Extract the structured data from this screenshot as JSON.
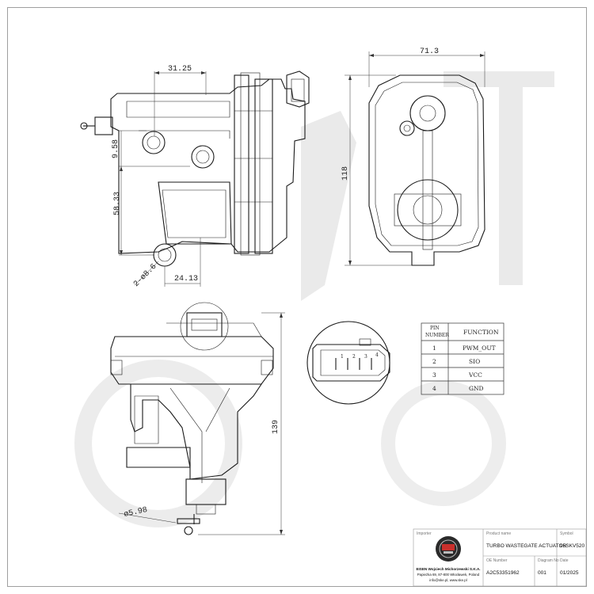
{
  "dimensions": {
    "top_width": "31.25",
    "height_left_1": "9.58",
    "height_left_2": "58.33",
    "hole_label": "2-ø8.6",
    "bottom_offset": "24.13",
    "front_width": "71.3",
    "front_height": "118",
    "overall_height": "139",
    "rod_diameter": "ø5.98"
  },
  "connector": {
    "pins": [
      "1",
      "2",
      "3",
      "4"
    ]
  },
  "pin_table": {
    "header_pin_line1": "PIN",
    "header_pin_line2": "NUMBER",
    "header_function": "FUNCTION",
    "rows": [
      {
        "pin": "1",
        "function": "PWM_OUT"
      },
      {
        "pin": "2",
        "function": "SIO"
      },
      {
        "pin": "3",
        "function": "VCC"
      },
      {
        "pin": "4",
        "function": "GND"
      }
    ]
  },
  "title_block": {
    "importer_label": "Importer",
    "company_line1": "EISEN Wojciech Michorzewski S.K.A.",
    "company_line2": "Papieżka 69, 87-800 Włocławek, Poland",
    "company_line3": "info@ske.pl, www.ske.pl",
    "product_name_label": "Product name",
    "product_name": "TURBO WASTEGATE ACTUATOR",
    "symbol_label": "Symbol",
    "symbol": "95SKV520",
    "oe_label": "OE Number",
    "oe_number": "A2C53351962",
    "diagram_label": "Diagram No",
    "diagram_no": "001",
    "date_label": "Date",
    "date": "01/2025"
  }
}
